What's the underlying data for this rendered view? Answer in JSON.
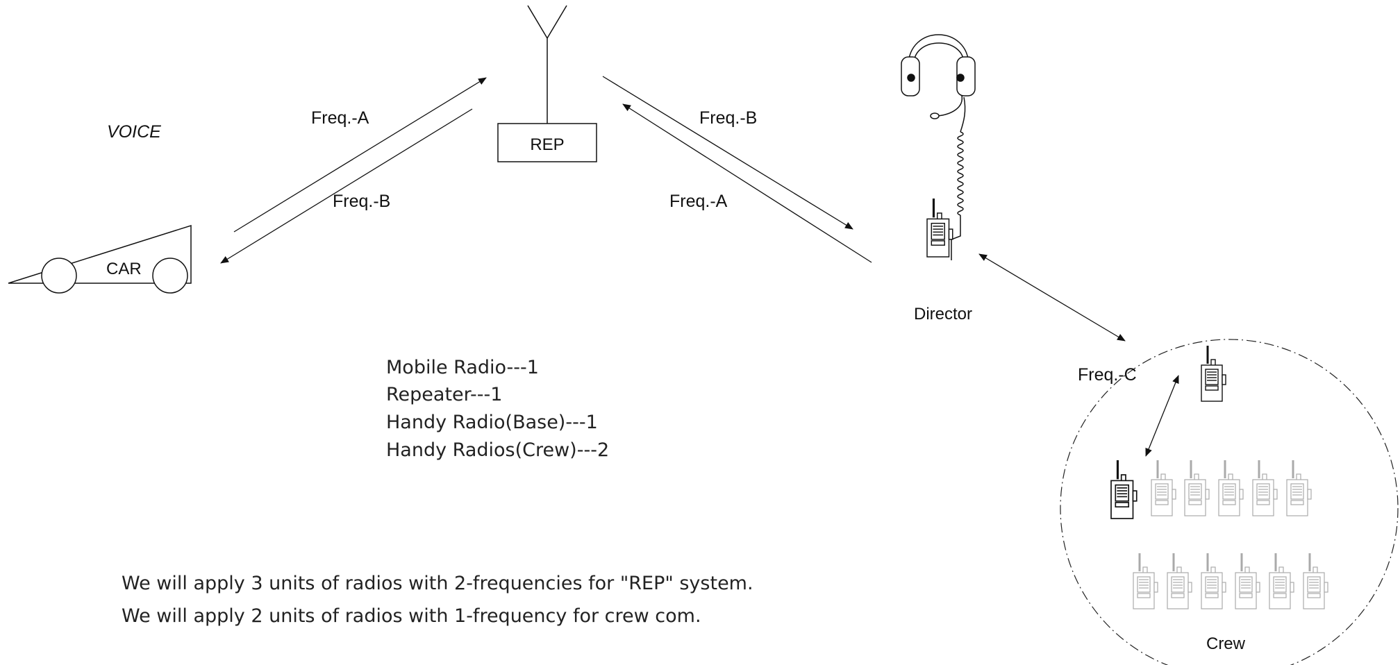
{
  "labels": {
    "voice": "VOICE",
    "car": "CAR",
    "rep": "REP",
    "freq_a_left": "Freq.-A",
    "freq_b_left": "Freq.-B",
    "freq_b_right": "Freq.-B",
    "freq_a_right": "Freq.-A",
    "director": "Director",
    "freq_c": "Freq.-C",
    "crew": "Crew"
  },
  "equipment": [
    "Mobile Radio---1",
    "Repeater---1",
    "Handy Radio(Base)---1",
    "Handy Radios(Crew)---2"
  ],
  "notes": [
    "We will apply 3 units of radios with 2-frequencies for \"REP\" system.",
    "We will apply 2 units of radios with 1-frequency for crew com."
  ]
}
